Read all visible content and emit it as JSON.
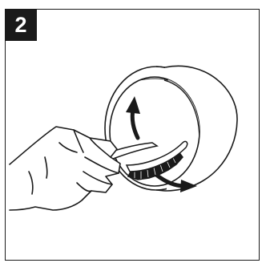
{
  "step": {
    "number": "2"
  },
  "illustration": {
    "subject": "hand-brushing-filter-housing",
    "arrow_directions": [
      "up",
      "down-right"
    ],
    "icons": [
      "hand-icon",
      "brush-icon",
      "filter-ring-icon",
      "arrow-up-icon",
      "arrow-down-right-icon"
    ]
  },
  "colors": {
    "badge_background": "#1a1a1a",
    "badge_text": "#ffffff",
    "line": "#1a1a1a",
    "interior_shade": "#b8b8b8",
    "background": "#ffffff"
  }
}
